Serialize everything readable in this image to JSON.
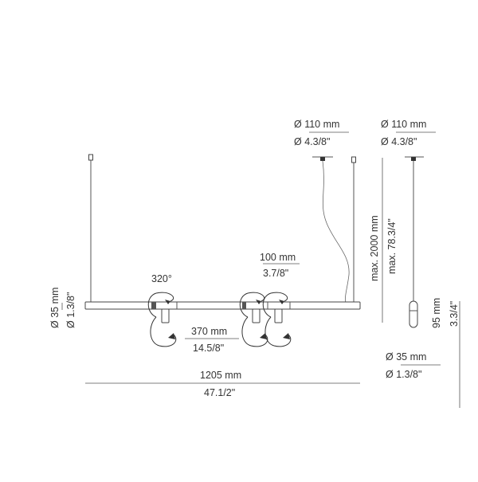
{
  "labels": {
    "canopy_front_mm": "Ø 110 mm",
    "canopy_front_in": "Ø 4.3/8\"",
    "canopy_side_mm": "Ø 110 mm",
    "canopy_side_in": "Ø 4.3/8\"",
    "max_length_mm": "max. 2000 mm",
    "max_length_in": "max. 78.3/4\"",
    "rotation": "320°",
    "spot_spacing_mm": "100 mm",
    "spot_spacing_in": "3.7/8\"",
    "gap_mm": "370 mm",
    "gap_in": "14.5/8\"",
    "bar_diameter_mm": "Ø 35 mm",
    "bar_diameter_in": "Ø 1.3/8\"",
    "total_length_mm": "1205 mm",
    "total_length_in": "47.1/2\"",
    "spot_height_mm": "95 mm",
    "spot_height_in": "3.3/4\"",
    "side_diameter_mm": "Ø 35 mm",
    "side_diameter_in": "Ø 1.3/8\""
  }
}
